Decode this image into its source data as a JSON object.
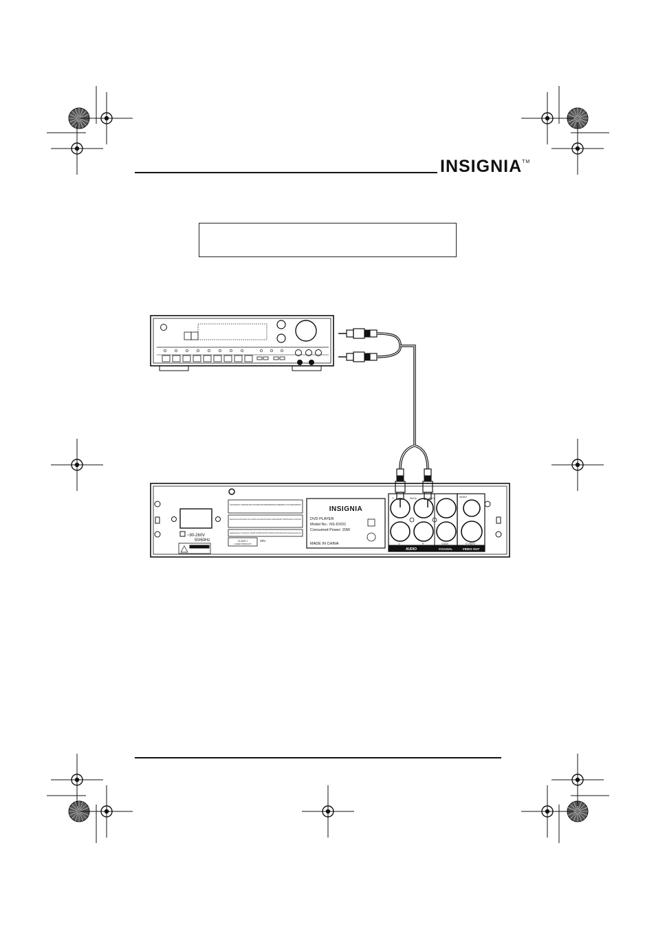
{
  "header": {
    "brand": "INSIGNIA",
    "trademark": "TM"
  },
  "note_box": {
    "text": ""
  },
  "dvd_panel": {
    "brand": "INSIGNIA",
    "product": "DVD PLAYER",
    "model": "Model No.: NS-DVD1",
    "power": "Consumed Power: 20W",
    "origin": "MADE IN CHINA",
    "voltage": "~90-260V",
    "frequency": "50/60Hz",
    "laser_class": "CLASS 1",
    "laser_product": "LASER PRODUCT",
    "serial": "S/N:",
    "compliance": "THIS PRODUCT COMPLIES WITH FDA RADIATION PERFORMANCE STANDARDS 21 CFR SUBCHAPTER J",
    "dolby": "Manufactured under license from Dolby Laboratories. \"Dolby\" and the double-D symbol are trademarks of Dolby Laboratories. Confidential Unpublished Works. © 1992-1997 Dolby Laboratories, Inc. All rights reserved.",
    "patent": "Apparatus Claims of U.S. Patent Nos. 4,631,603; 4,819,098; 4,907,093; 5,315,448 and 6,516,132 licensed for limited viewing uses only.",
    "jack_labels": {
      "y": "Y",
      "pb": "Pb/Cb",
      "pr": "Pr/Cr",
      "video": "VIDEO",
      "left": "L",
      "right": "R",
      "coax": "COAX",
      "svideo": "S-VIDEO"
    },
    "group_labels": {
      "audio": "AUDIO",
      "coaxial": "COAXIAL",
      "video_out": "VIDEO OUT"
    }
  },
  "colors": {
    "ink": "#111111",
    "background": "#ffffff"
  }
}
